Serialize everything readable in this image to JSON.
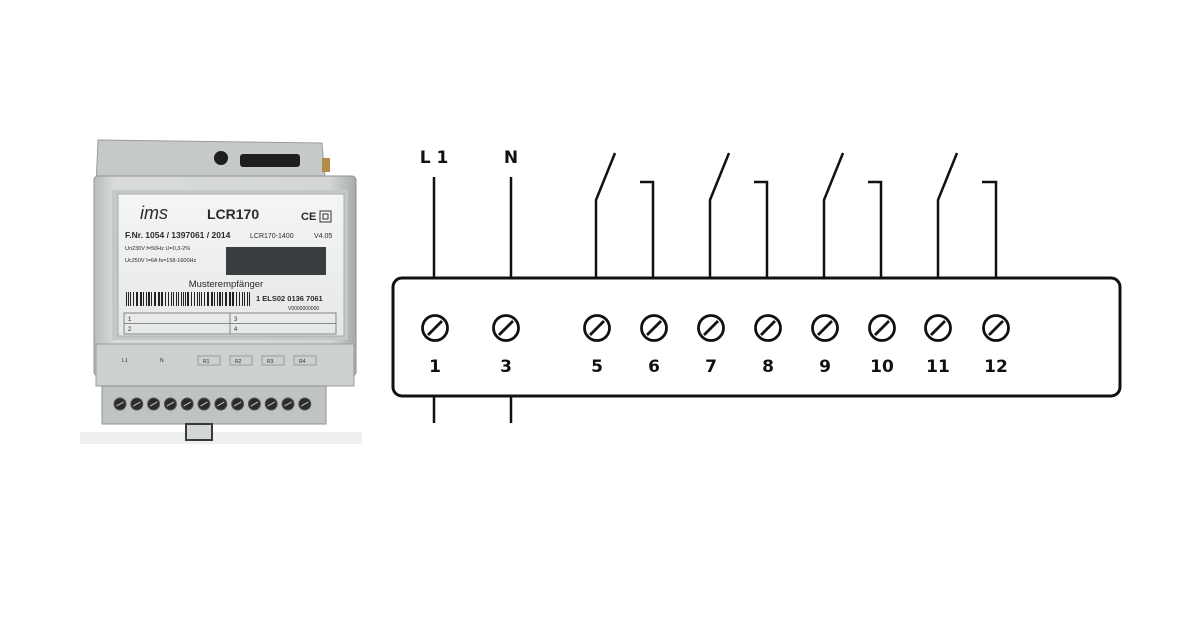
{
  "device": {
    "logo_text": "ims",
    "model": "LCR170",
    "ce_mark": "CE",
    "fnr_line": "F.Nr. 1054 / 1397061 / 2014",
    "variant": "LCR170-1400",
    "version": "V4.05",
    "spec_line_1": "Un230V  f=50Hz  U=0,3-2%",
    "spec_line_2": "Uc250V  I=6A  fs=158-1600Hz",
    "receiver_label": "Musterempfänger",
    "serial": "1 ELS02 0136 7061",
    "small_code": "V0000000000",
    "table_cells": [
      "1",
      "3",
      "2",
      "4"
    ],
    "terminal_marks": [
      "L1",
      "N",
      "R1",
      "R2",
      "R3",
      "R4"
    ]
  },
  "diagram": {
    "supply_labels": [
      "L 1",
      "N"
    ],
    "terminals": [
      "1",
      "3",
      "5",
      "6",
      "7",
      "8",
      "9",
      "10",
      "11",
      "12"
    ]
  }
}
